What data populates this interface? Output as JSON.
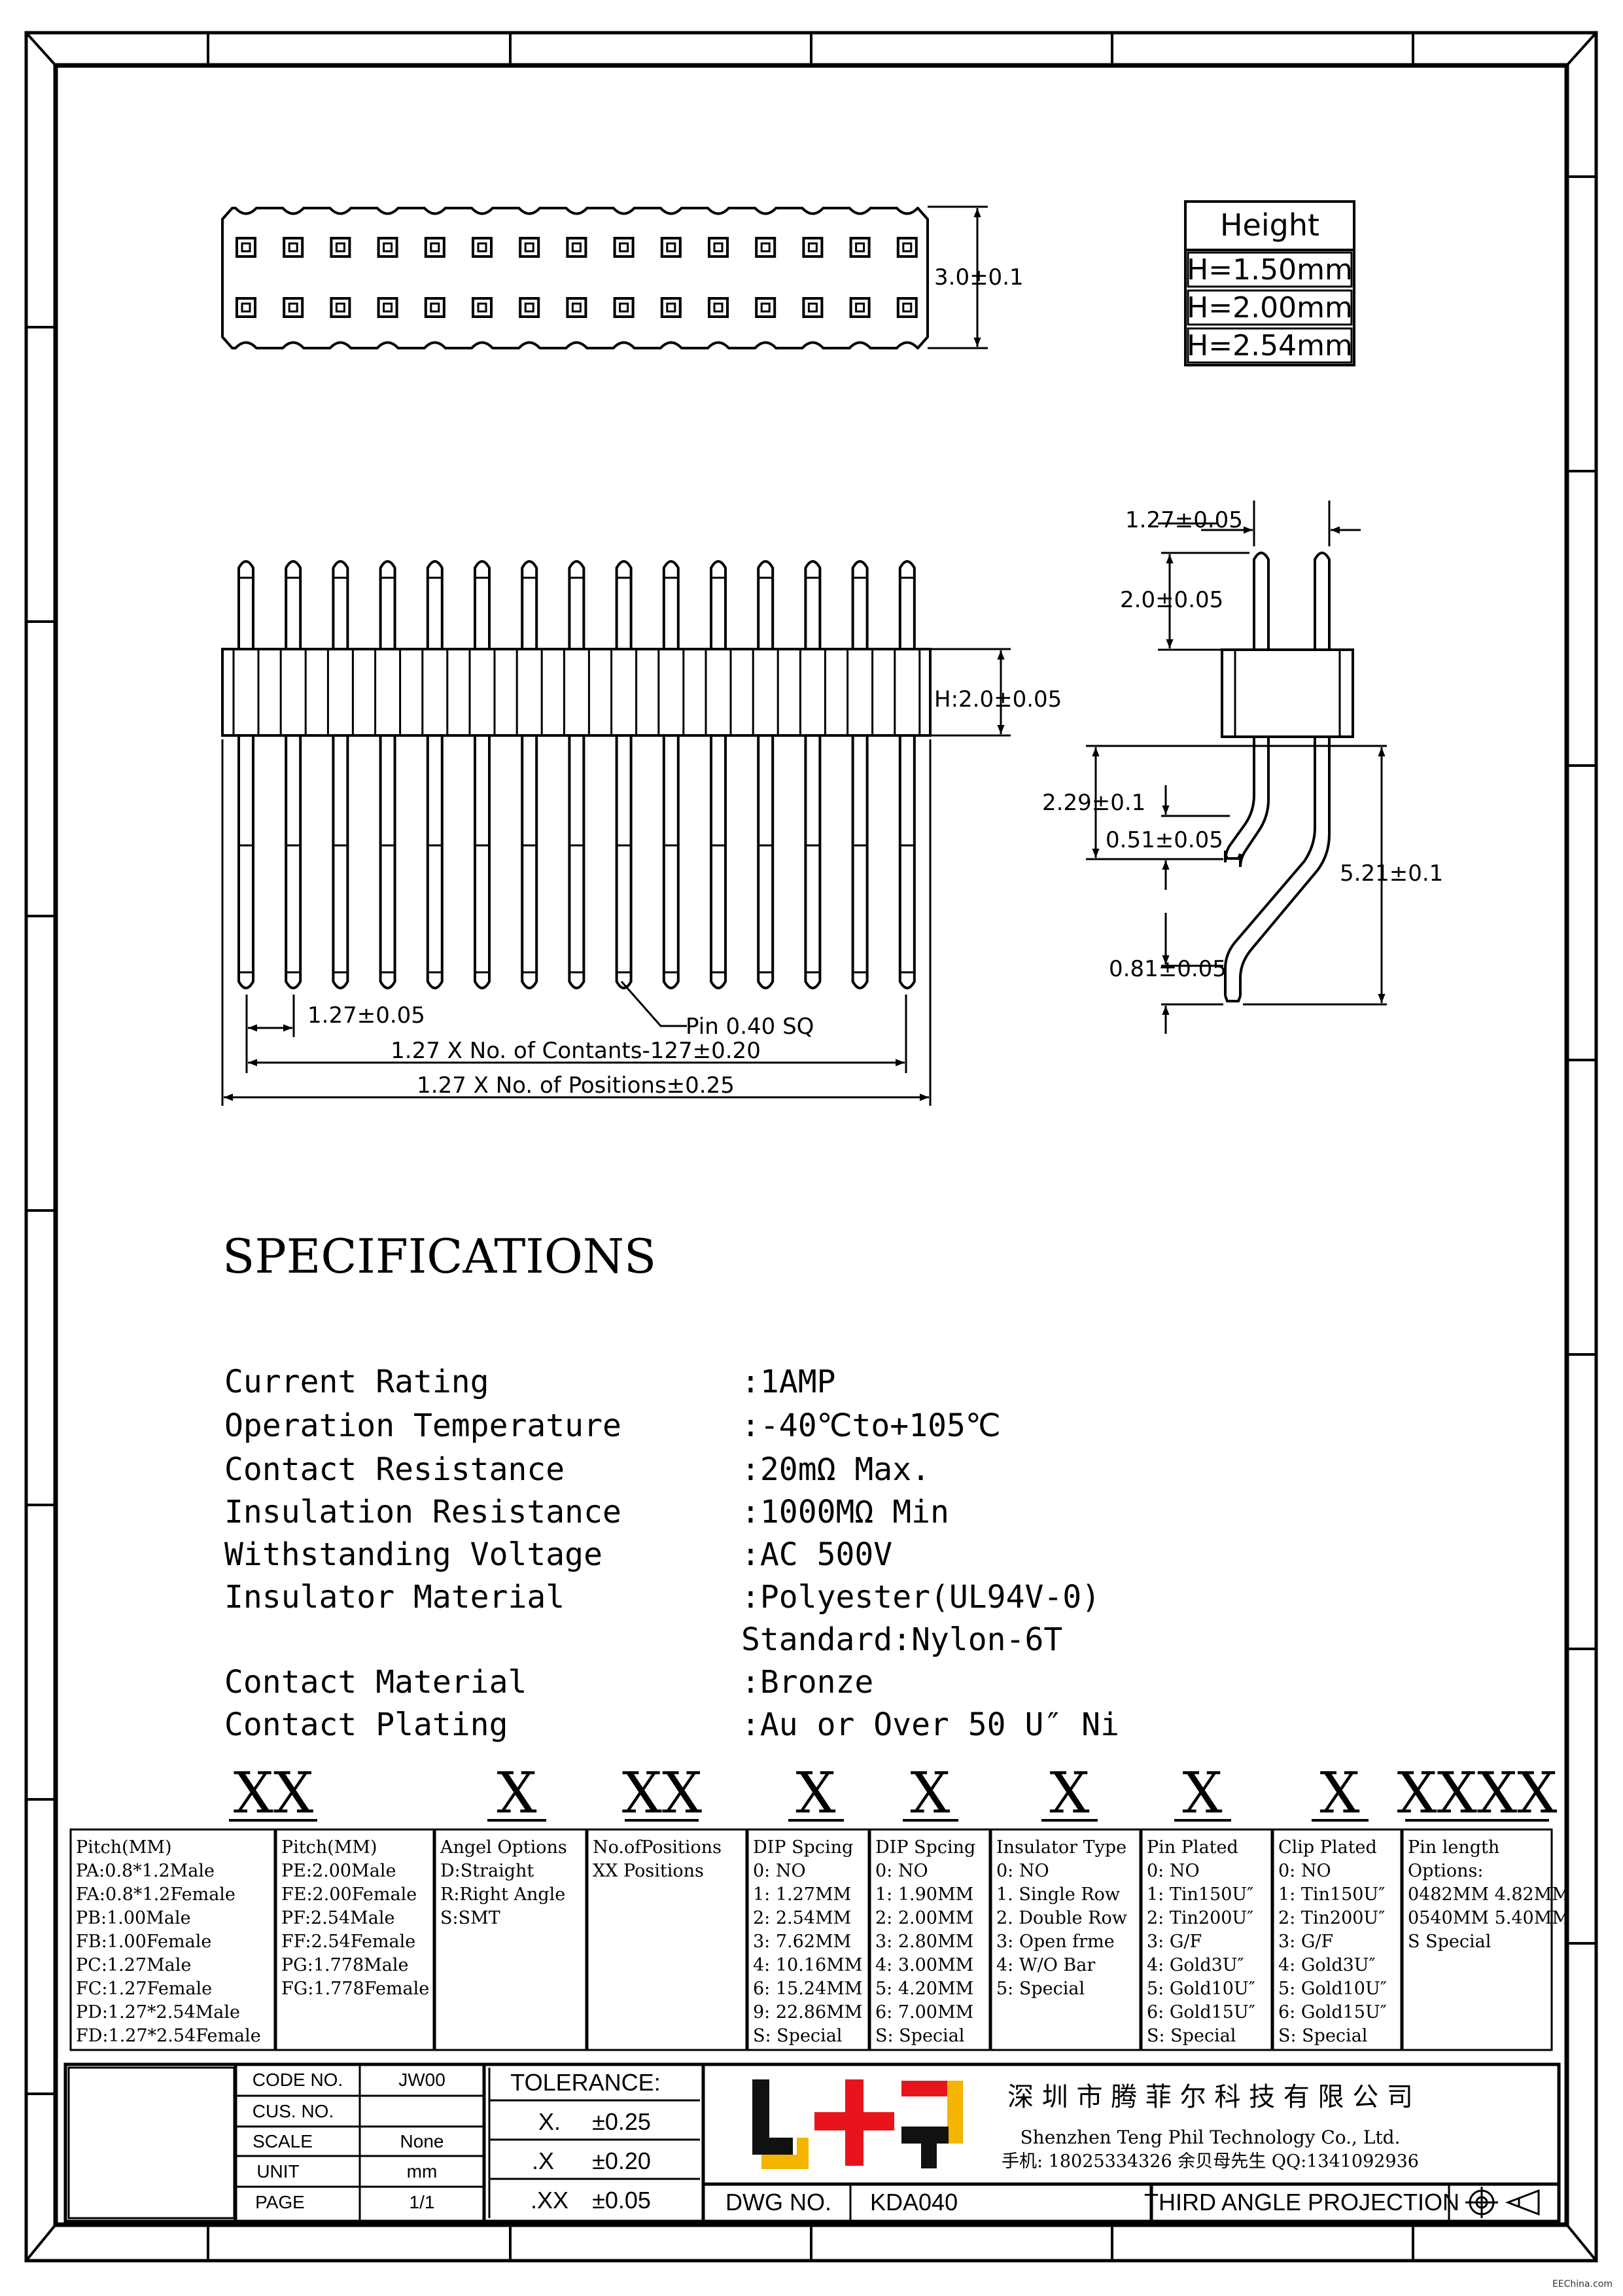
{
  "height_table": {
    "header": "Height",
    "rows": [
      "H=1.50mm",
      "H=2.00mm",
      "H=2.54mm"
    ]
  },
  "top_view": {
    "dim_height": "3.0±0.1"
  },
  "front_view": {
    "dim_H": "H:2.0±0.05",
    "dim_pitch": "1.27±0.05",
    "pin_note": "Pin 0.40 SQ",
    "dim_contacts": "1.27 X No. of Contants-127±0.20",
    "dim_positions": "1.27 X No. of Positions±0.25"
  },
  "side_view": {
    "dim_pitch": "1.27±0.05",
    "dim_top_pin": "2.0±0.05",
    "dim_229": "2.29±0.1",
    "dim_051": "0.51±0.05",
    "dim_521": "5.21±0.1",
    "dim_081": "0.81±0.05"
  },
  "specs": {
    "title": "SPECIFICATIONS",
    "rows": [
      {
        "label": "Current Rating",
        "value": ":1AMP"
      },
      {
        "label": "Operation Temperature",
        "value": ":-40℃to+105℃"
      },
      {
        "label": "Contact Resistance",
        "value": ":20mΩ Max."
      },
      {
        "label": "Insulation Resistance",
        "value": ":1000MΩ Min"
      },
      {
        "label": "Withstanding Voltage",
        "value": ":AC 500V"
      },
      {
        "label": "Insulator Material",
        "value": ":Polyester(UL94V-0)"
      },
      {
        "label": "",
        "value": "Standard:Nylon-6T"
      },
      {
        "label": "Contact Material",
        "value": ":Bronze"
      },
      {
        "label": "Contact Plating",
        "value": ":Au or Over 50 U″ Ni"
      }
    ]
  },
  "order_codes": [
    "XX",
    "X",
    "XX",
    "X",
    "X",
    "X",
    "X",
    "X",
    "XXXX"
  ],
  "options": [
    {
      "lines": [
        "Pitch(MM)",
        "PA:0.8*1.2Male",
        "FA:0.8*1.2Female",
        "PB:1.00Male",
        "FB:1.00Female",
        "PC:1.27Male",
        "FC:1.27Female",
        "PD:1.27*2.54Male",
        "FD:1.27*2.54Female"
      ]
    },
    {
      "lines": [
        "Pitch(MM)",
        "PE:2.00Male",
        "FE:2.00Female",
        "PF:2.54Male",
        "FF:2.54Female",
        "PG:1.778Male",
        "FG:1.778Female"
      ]
    },
    {
      "lines": [
        "Angel Options",
        "D:Straight",
        "R:Right Angle",
        "S:SMT"
      ]
    },
    {
      "lines": [
        "No.ofPositions",
        "XX Positions"
      ]
    },
    {
      "lines": [
        "DIP Spcing",
        "0: NO",
        "1: 1.27MM",
        "2: 2.54MM",
        "3: 7.62MM",
        "4: 10.16MM",
        "6: 15.24MM",
        "9: 22.86MM",
        "S: Special"
      ]
    },
    {
      "lines": [
        "DIP Spcing",
        "0: NO",
        "1: 1.90MM",
        "2: 2.00MM",
        "3: 2.80MM",
        "4: 3.00MM",
        "5: 4.20MM",
        "6: 7.00MM",
        "S: Special"
      ]
    },
    {
      "lines": [
        "Insulator Type",
        "0: NO",
        "1. Single Row",
        "2. Double Row",
        "3: Open frme",
        "4: W/O Bar",
        "5: Special"
      ]
    },
    {
      "lines": [
        "Pin Plated",
        "0: NO",
        "1: Tin150U″",
        "2: Tin200U″",
        "3: G/F",
        "4: Gold3U″",
        "5: Gold10U″",
        "6: Gold15U″",
        "S: Special"
      ]
    },
    {
      "lines": [
        "Clip Plated",
        "0: NO",
        "1: Tin150U″",
        "2: Tin200U″",
        "3: G/F",
        "4: Gold3U″",
        "5: Gold10U″",
        "6: Gold15U″",
        "S: Special"
      ]
    },
    {
      "lines": [
        "Pin length",
        "Options:",
        "0482MM 4.82MM",
        "0540MM 5.40MM",
        "S Special"
      ]
    }
  ],
  "title_block": {
    "code_no_label": "CODE NO.",
    "code_no_value": "JW00",
    "cus_no_label": "CUS. NO.",
    "scale_label": "SCALE",
    "scale_value": "None",
    "unit_label": "UNIT",
    "unit_value": "mm",
    "page_label": "PAGE",
    "page_value": "1/1",
    "tolerance_label": "TOLERANCE:",
    "tol_rows": [
      {
        "label": "X.",
        "value": "±0.25"
      },
      {
        "label": ".X",
        "value": "±0.20"
      },
      {
        "label": ".XX",
        "value": "±0.05"
      }
    ],
    "company_cn": "深 圳 市 腾 菲 尔 科 技 有 限 公 司",
    "company_en": "Shenzhen Teng Phil Technology Co., Ltd.",
    "contact": "手机: 18025334326 余贝母先生   QQ:1341092936",
    "dwg_label": "DWG NO.",
    "dwg_value": "KDA040",
    "projection": "THIRD ANGLE PROJECTION",
    "logo_colors": {
      "red": "#e8141c",
      "yellow": "#f5b400",
      "black": "#111111"
    }
  },
  "watermark": "EEChina.com"
}
